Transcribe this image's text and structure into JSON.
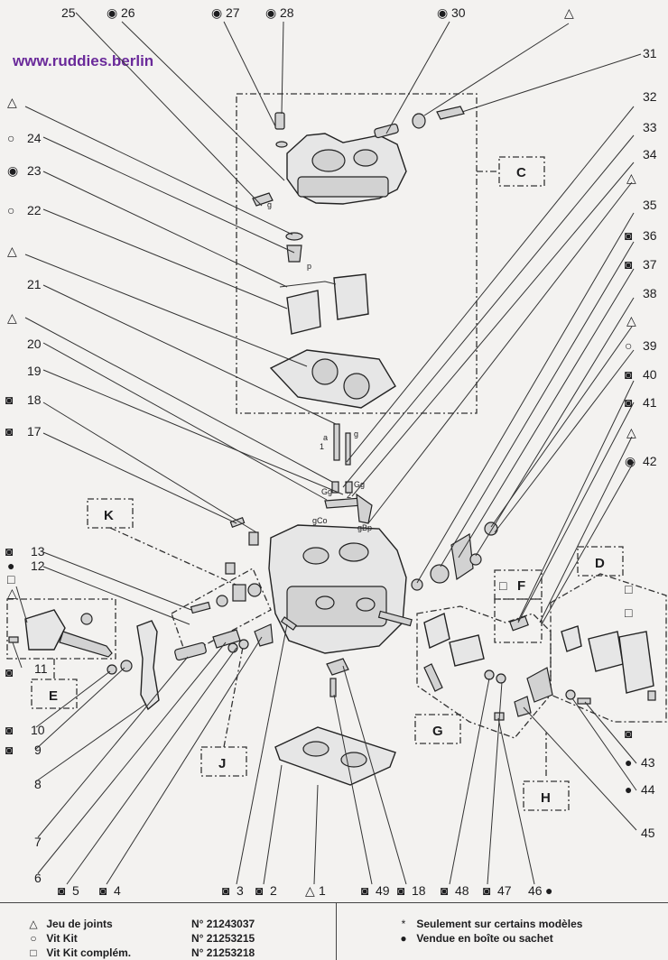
{
  "website": "www.ruddies.berlin",
  "symbols": {
    "joint": "△",
    "kit": "○",
    "kit_comp": "□",
    "some_models": "*",
    "boxed": "●",
    "boxed_kit": "◙",
    "kit_target": "◉"
  },
  "callouts": {
    "c1": "1",
    "c2": "2",
    "c3": "3",
    "c4": "4",
    "c5": "5",
    "c6": "6",
    "c7": "7",
    "c8": "8",
    "c9": "9",
    "c10": "10",
    "c11": "11",
    "c12": "12",
    "c13": "13",
    "c17": "17",
    "c18": "18",
    "c19": "19",
    "c20": "20",
    "c21": "21",
    "c22": "22",
    "c23": "23",
    "c24": "24",
    "c25": "25",
    "c26": "26",
    "c27": "27",
    "c28": "28",
    "c30": "30",
    "c31": "31",
    "c32": "32",
    "c33": "33",
    "c34": "34",
    "c35": "35",
    "c36": "36",
    "c37": "37",
    "c38": "38",
    "c39": "39",
    "c40": "40",
    "c41": "41",
    "c42": "42",
    "c43": "43",
    "c44": "44",
    "c45": "45",
    "c46": "46",
    "c47": "47",
    "c48": "48",
    "c49": "49"
  },
  "groups": {
    "C": "C",
    "D": "D",
    "E": "E",
    "F": "F",
    "G": "G",
    "H": "H",
    "J": "J",
    "K": "K"
  },
  "legend": [
    {
      "symbol": "△",
      "label": "Jeu de joints",
      "number": "N° 21243037"
    },
    {
      "symbol": "○",
      "label": "Vit Kit",
      "number": "N° 21253215"
    },
    {
      "symbol": "□",
      "label": "Vit Kit complém.",
      "number": "N° 21253218"
    }
  ],
  "legend_right": [
    {
      "symbol": "*",
      "label": "Seulement sur certains modèles"
    },
    {
      "symbol": "●",
      "label": "Vendue en boîte ou sachet"
    }
  ],
  "small_marks": {
    "m_g": "g",
    "m_p": "p",
    "m_a": "a",
    "m_1": "1",
    "m_gg1": "Gg",
    "m_gg2": "Gg",
    "m_g2": "g",
    "m_gco": "gCo",
    "m_gbp": "gBp",
    "m_2": "2"
  }
}
